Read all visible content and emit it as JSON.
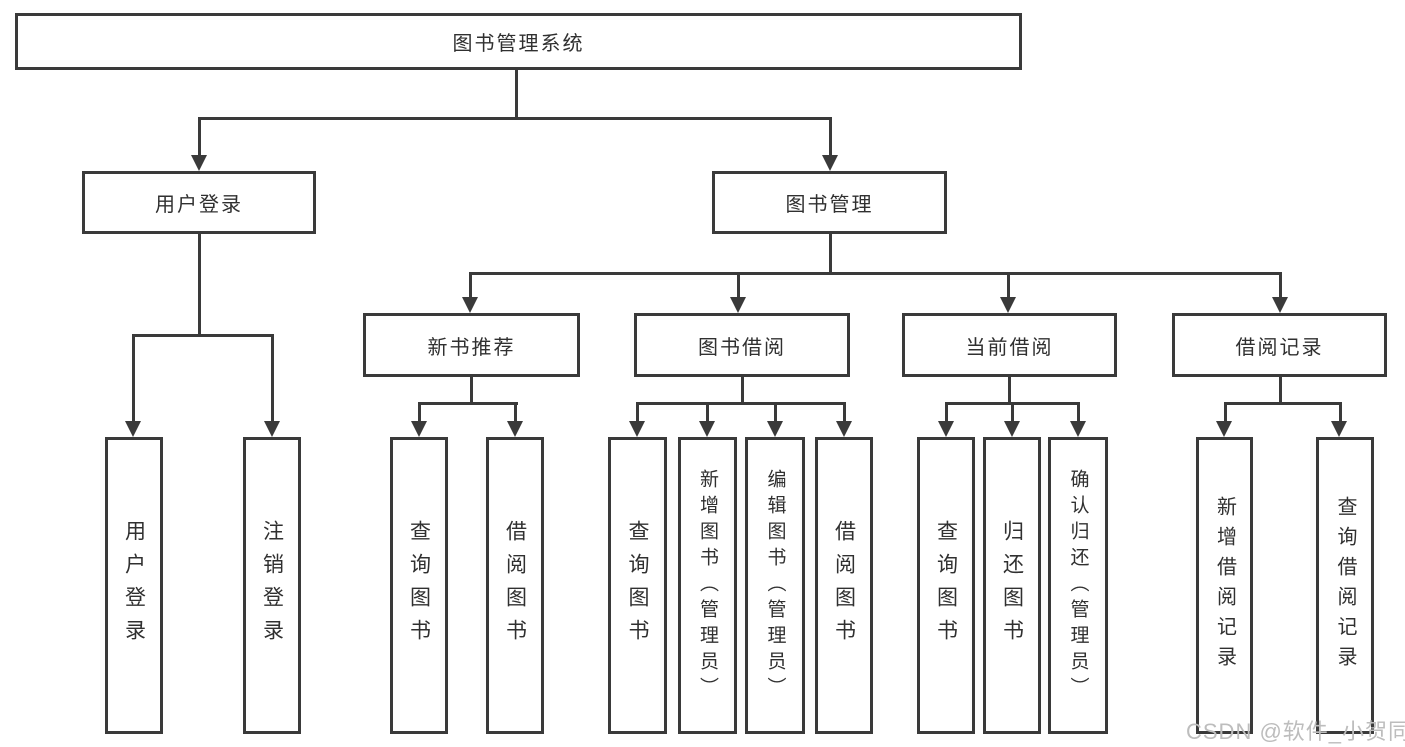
{
  "colors": {
    "line": "#3a3a3a",
    "text": "#303030",
    "background": "#ffffff",
    "watermark": "#bdbdbd"
  },
  "diagram": {
    "root": "图书管理系统",
    "level2": {
      "user_login": "用户登录",
      "book_management": "图书管理"
    },
    "level3": {
      "new_book_recommend": "新书推荐",
      "book_borrowing": "图书借阅",
      "current_borrowing": "当前借阅",
      "borrowing_records": "借阅记录"
    },
    "leaves": [
      "用户登录",
      "注销登录",
      "查询图书",
      "借阅图书",
      "查询图书",
      "新增图书（管理员）",
      "编辑图书（管理员）",
      "借阅图书",
      "查询图书",
      "归还图书",
      "确认归还（管理员）",
      "新增借阅记录",
      "查询借阅记录"
    ]
  },
  "watermark": "CSDN @软件_小贺同学"
}
